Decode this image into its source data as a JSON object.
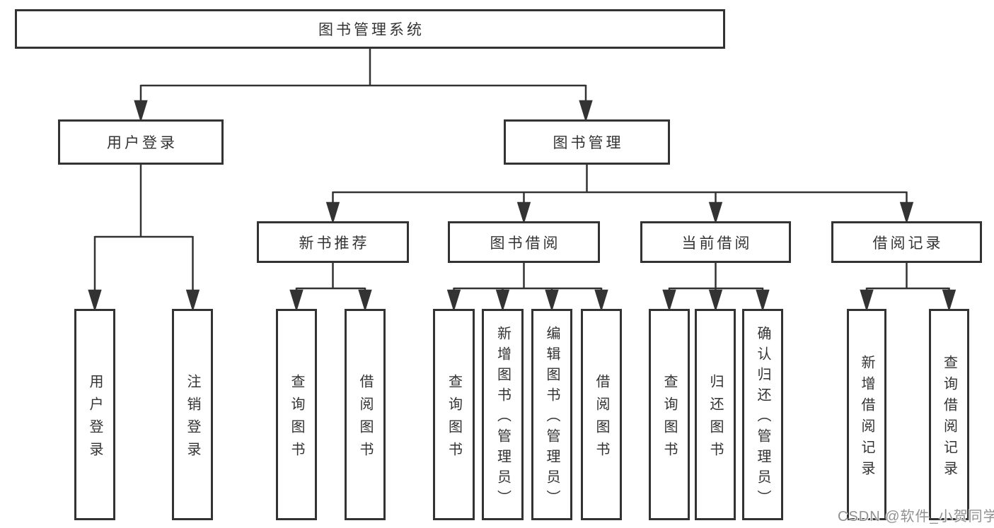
{
  "diagram_title": "图书管理系统",
  "colors": {
    "line": "#333333",
    "text": "#333333",
    "box_background": "#ffffff",
    "watermark_text": "#919191"
  },
  "tree": {
    "label": "图书管理系统",
    "children": [
      {
        "label": "用户登录",
        "children": [
          {
            "label": "用户登录"
          },
          {
            "label": "注销登录"
          }
        ]
      },
      {
        "label": "图书管理",
        "children": [
          {
            "label": "新书推荐",
            "children": [
              {
                "label": "查询图书"
              },
              {
                "label": "借阅图书"
              }
            ]
          },
          {
            "label": "图书借阅",
            "children": [
              {
                "label": "查询图书"
              },
              {
                "label": "新增图书（管理员）"
              },
              {
                "label": "编辑图书（管理员）"
              },
              {
                "label": "借阅图书"
              }
            ]
          },
          {
            "label": "当前借阅",
            "children": [
              {
                "label": "查询图书"
              },
              {
                "label": "归还图书"
              },
              {
                "label": "确认归还（管理员）"
              }
            ]
          },
          {
            "label": "借阅记录",
            "children": [
              {
                "label": "新增借阅记录"
              },
              {
                "label": "查询借阅记录"
              }
            ]
          }
        ]
      }
    ]
  },
  "watermark": {
    "text": "CSDN @软件_小贺同学"
  }
}
